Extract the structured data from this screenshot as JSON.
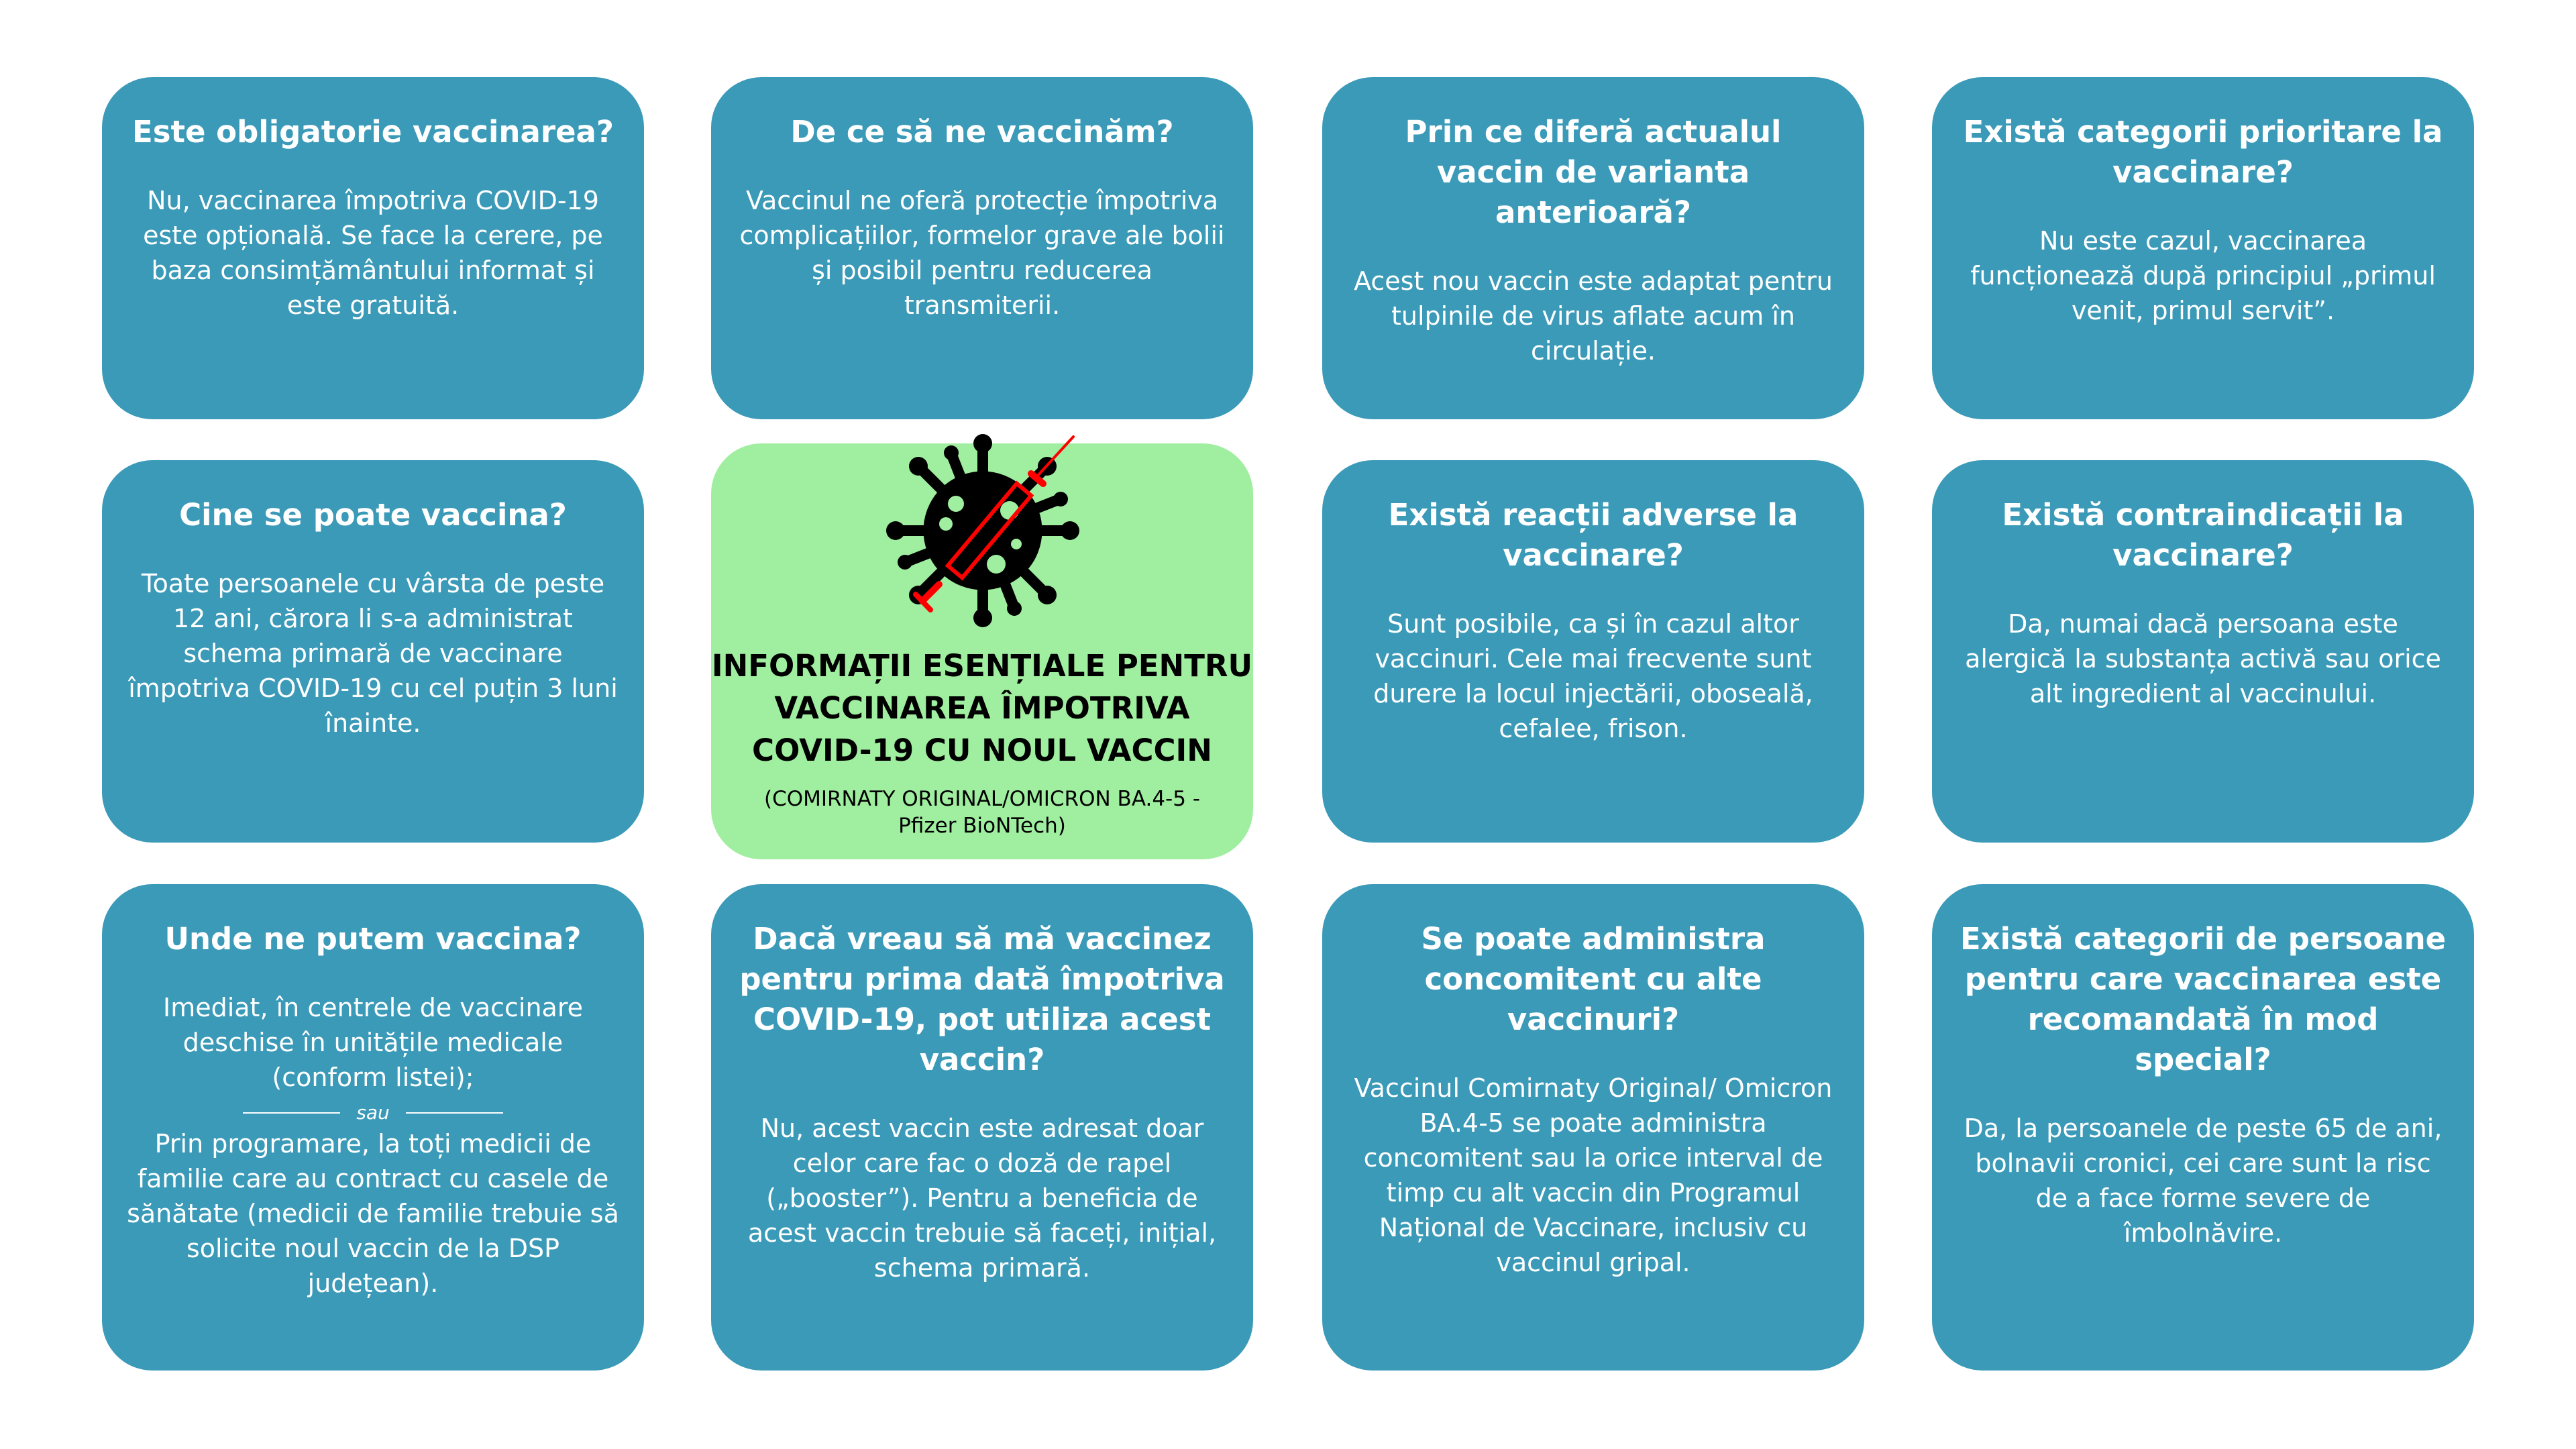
{
  "colors": {
    "card": "#3a9ab8",
    "center_card": "#a0eea0",
    "syringe": "#ff0000",
    "virus": "#000000"
  },
  "center": {
    "icon": "virus-syringe-icon",
    "title_lines": [
      "INFORMAȚII ESENȚIALE PENTRU",
      "VACCINAREA ÎMPOTRIVA",
      "COVID-19 CU NOUL VACCIN"
    ],
    "subtitle_lines": [
      "(COMIRNATY ORIGINAL/OMICRON BA.4-5 -",
      "Pfizer BioNTech)"
    ]
  },
  "cards": [
    {
      "title": "Este obligatorie vaccinarea?",
      "body": "Nu, vaccinarea împotriva COVID-19 este opțională. Se face la cerere, pe baza consimțământului informat și este gratuită."
    },
    {
      "title": "De ce să ne vaccinăm?",
      "body": "Vaccinul ne oferă protecție împotriva complicațiilor, formelor grave ale bolii și posibil pentru reducerea transmiterii."
    },
    {
      "title": "Prin ce diferă actualul vaccin de varianta anterioară?",
      "body": "Acest nou vaccin este adaptat pentru tulpinile de virus aflate acum în circulație."
    },
    {
      "title": "Există categorii prioritare la vaccinare?",
      "body": "Nu este cazul, vaccinarea funcționează după principiul „primul venit, primul servit”."
    },
    {
      "title": "Cine se poate vaccina?",
      "body": "Toate persoanele cu vârsta de peste 12 ani, cărora li s-a administrat schema primară de vaccinare împotriva COVID-19 cu cel puțin 3 luni înainte."
    },
    {
      "title": "Există reacții adverse la vaccinare?",
      "body": "Sunt posibile, ca și în cazul altor vaccinuri. Cele mai frecvente sunt durere la locul injectării, oboseală, cefalee, frison."
    },
    {
      "title": "Există contraindicații la vaccinare?",
      "body": "Da, numai dacă persoana este alergică la substanța activă sau orice alt ingredient al vaccinului."
    },
    {
      "title": "Unde ne putem vaccina?",
      "body": "Imediat, în centrele de vaccinare deschise în unitățile medicale (conform listei);",
      "separator": "sau",
      "body2": "Prin programare, la toți medicii de familie care au contract cu casele de sănătate (medicii de familie trebuie să solicite noul vaccin de la DSP județean)."
    },
    {
      "title": "Dacă vreau să mă vaccinez pentru prima dată împotriva COVID-19, pot utiliza acest vaccin?",
      "body": "Nu, acest vaccin este adresat doar celor care fac o doză de rapel („booster”). Pentru a beneficia de acest vaccin trebuie să faceți, inițial, schema primară."
    },
    {
      "title": "Se poate administra concomitent cu alte vaccinuri?",
      "body": "Vaccinul Comirnaty Original/ Omicron BA.4-5 se poate administra concomitent sau la orice interval de timp cu alt vaccin din Programul Național de Vaccinare, inclusiv cu vaccinul gripal."
    },
    {
      "title": "Există categorii de persoane pentru care vaccinarea este recomandată în mod special?",
      "body": "Da, la persoanele de peste 65 de ani, bolnavii cronici, cei care sunt la risc de a face forme severe de îmbolnăvire."
    }
  ]
}
